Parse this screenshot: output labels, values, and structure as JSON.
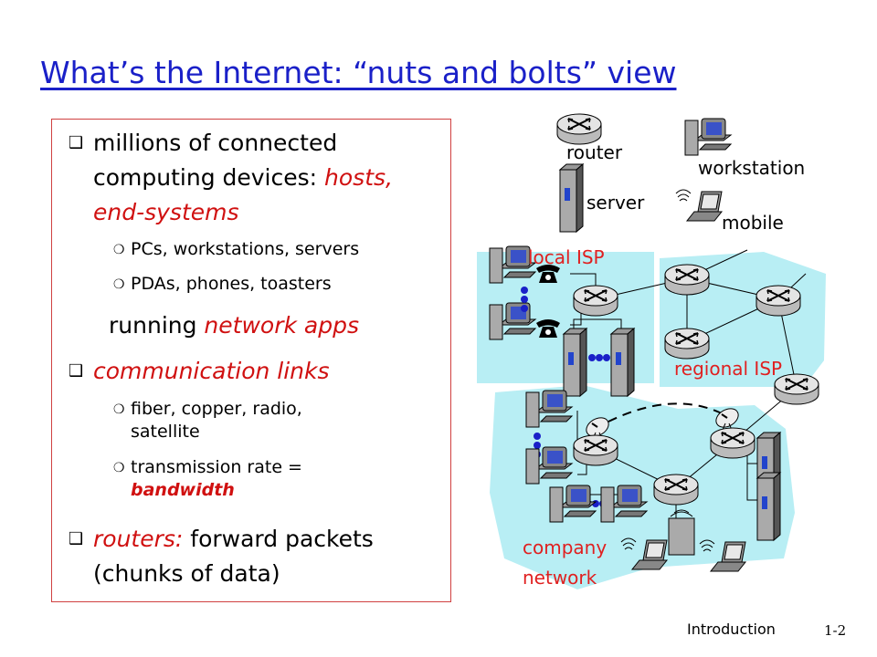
{
  "slide": {
    "title": "What’s the Internet: “nuts and bolts” view",
    "footer_label": "Introduction",
    "page_number": "1-2"
  },
  "bullets": {
    "b1_line1": "millions of connected",
    "b1_line2a": "computing devices: ",
    "b1_line2b": "hosts,",
    "b1_line3": "end-systems",
    "b1_sub1": "PCs, workstations, servers",
    "b1_sub2": "PDAs, phones, toasters",
    "b1_tail_a": "running ",
    "b1_tail_b": "network apps",
    "b2_line1": "communication links",
    "b2_sub1_l1": "fiber, copper, radio,",
    "b2_sub1_l2": "satellite",
    "b2_sub2_l1": "transmission rate =",
    "b2_sub2_l2": "bandwidth",
    "b3_line1a": "routers: ",
    "b3_line1b": "forward packets",
    "b3_line2": "(chunks of data)"
  },
  "legend": {
    "router": "router",
    "workstation": "workstation",
    "server": "server",
    "mobile": "mobile"
  },
  "diagram": {
    "local_isp": "local ISP",
    "regional_isp": "regional ISP",
    "company_l1": "company",
    "company_l2": "network"
  },
  "icons": {
    "bullet_level1": "square-bullet-icon",
    "bullet_level2": "circle-bullet-icon",
    "router": "router-icon",
    "workstation": "workstation-icon",
    "server": "server-icon",
    "mobile": "laptop-icon",
    "phone": "telephone-icon",
    "satellite": "satellite-dish-icon"
  },
  "colors": {
    "title": "#1a20c8",
    "emphasis": "#d01010",
    "network_region": "#b8eef4",
    "box_border": "#d04040"
  }
}
